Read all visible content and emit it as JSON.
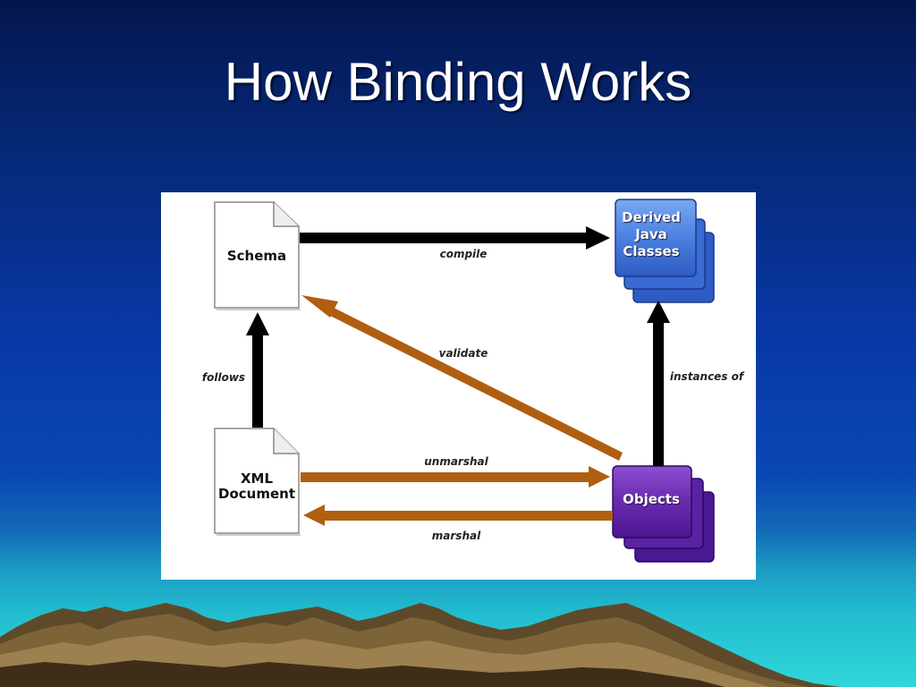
{
  "slide": {
    "title": "How Binding Works"
  },
  "diagram": {
    "schema": "Schema",
    "xml_document": "XML\nDocument",
    "derived_classes": "Derived\nJava\nClasses",
    "objects": "Objects",
    "edges": {
      "compile": "compile",
      "validate": "validate",
      "follows": "follows",
      "instances_of": "instances of",
      "unmarshal": "unmarshal",
      "marshal": "marshal"
    }
  },
  "colors": {
    "black_arrow": "#000000",
    "brown_arrow": "#b05f10",
    "classes_box": "#4d86e6",
    "objects_box": "#6a2ab0"
  },
  "icons": {
    "schema": "document-icon",
    "xml_document": "document-icon",
    "derived_classes": "stacked-boxes-icon",
    "objects": "stacked-boxes-icon"
  }
}
